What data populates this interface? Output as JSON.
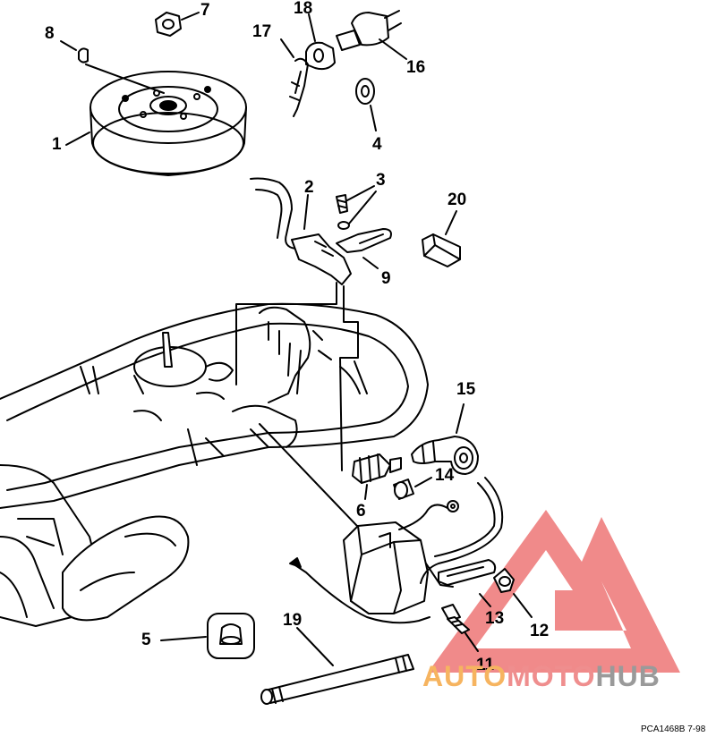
{
  "callouts": {
    "c1": "1",
    "c2": "2",
    "c3": "3",
    "c4": "4",
    "c5": "5",
    "c6": "6",
    "c7": "7",
    "c8": "8",
    "c9": "9",
    "c11": "11",
    "c12": "12",
    "c13": "13",
    "c14": "14",
    "c15": "15",
    "c16": "16",
    "c17": "17",
    "c18": "18",
    "c19": "19",
    "c20": "20"
  },
  "drawing_code": "PCA1468B  7-98",
  "watermark": {
    "part1": "AUTO",
    "part2": "MOTO",
    "part3": "HUB",
    "colors": {
      "logo": "#f08a8a",
      "auto": "#f6b460",
      "moto": "#ef8e8e",
      "hub": "#9a9a9a"
    }
  }
}
